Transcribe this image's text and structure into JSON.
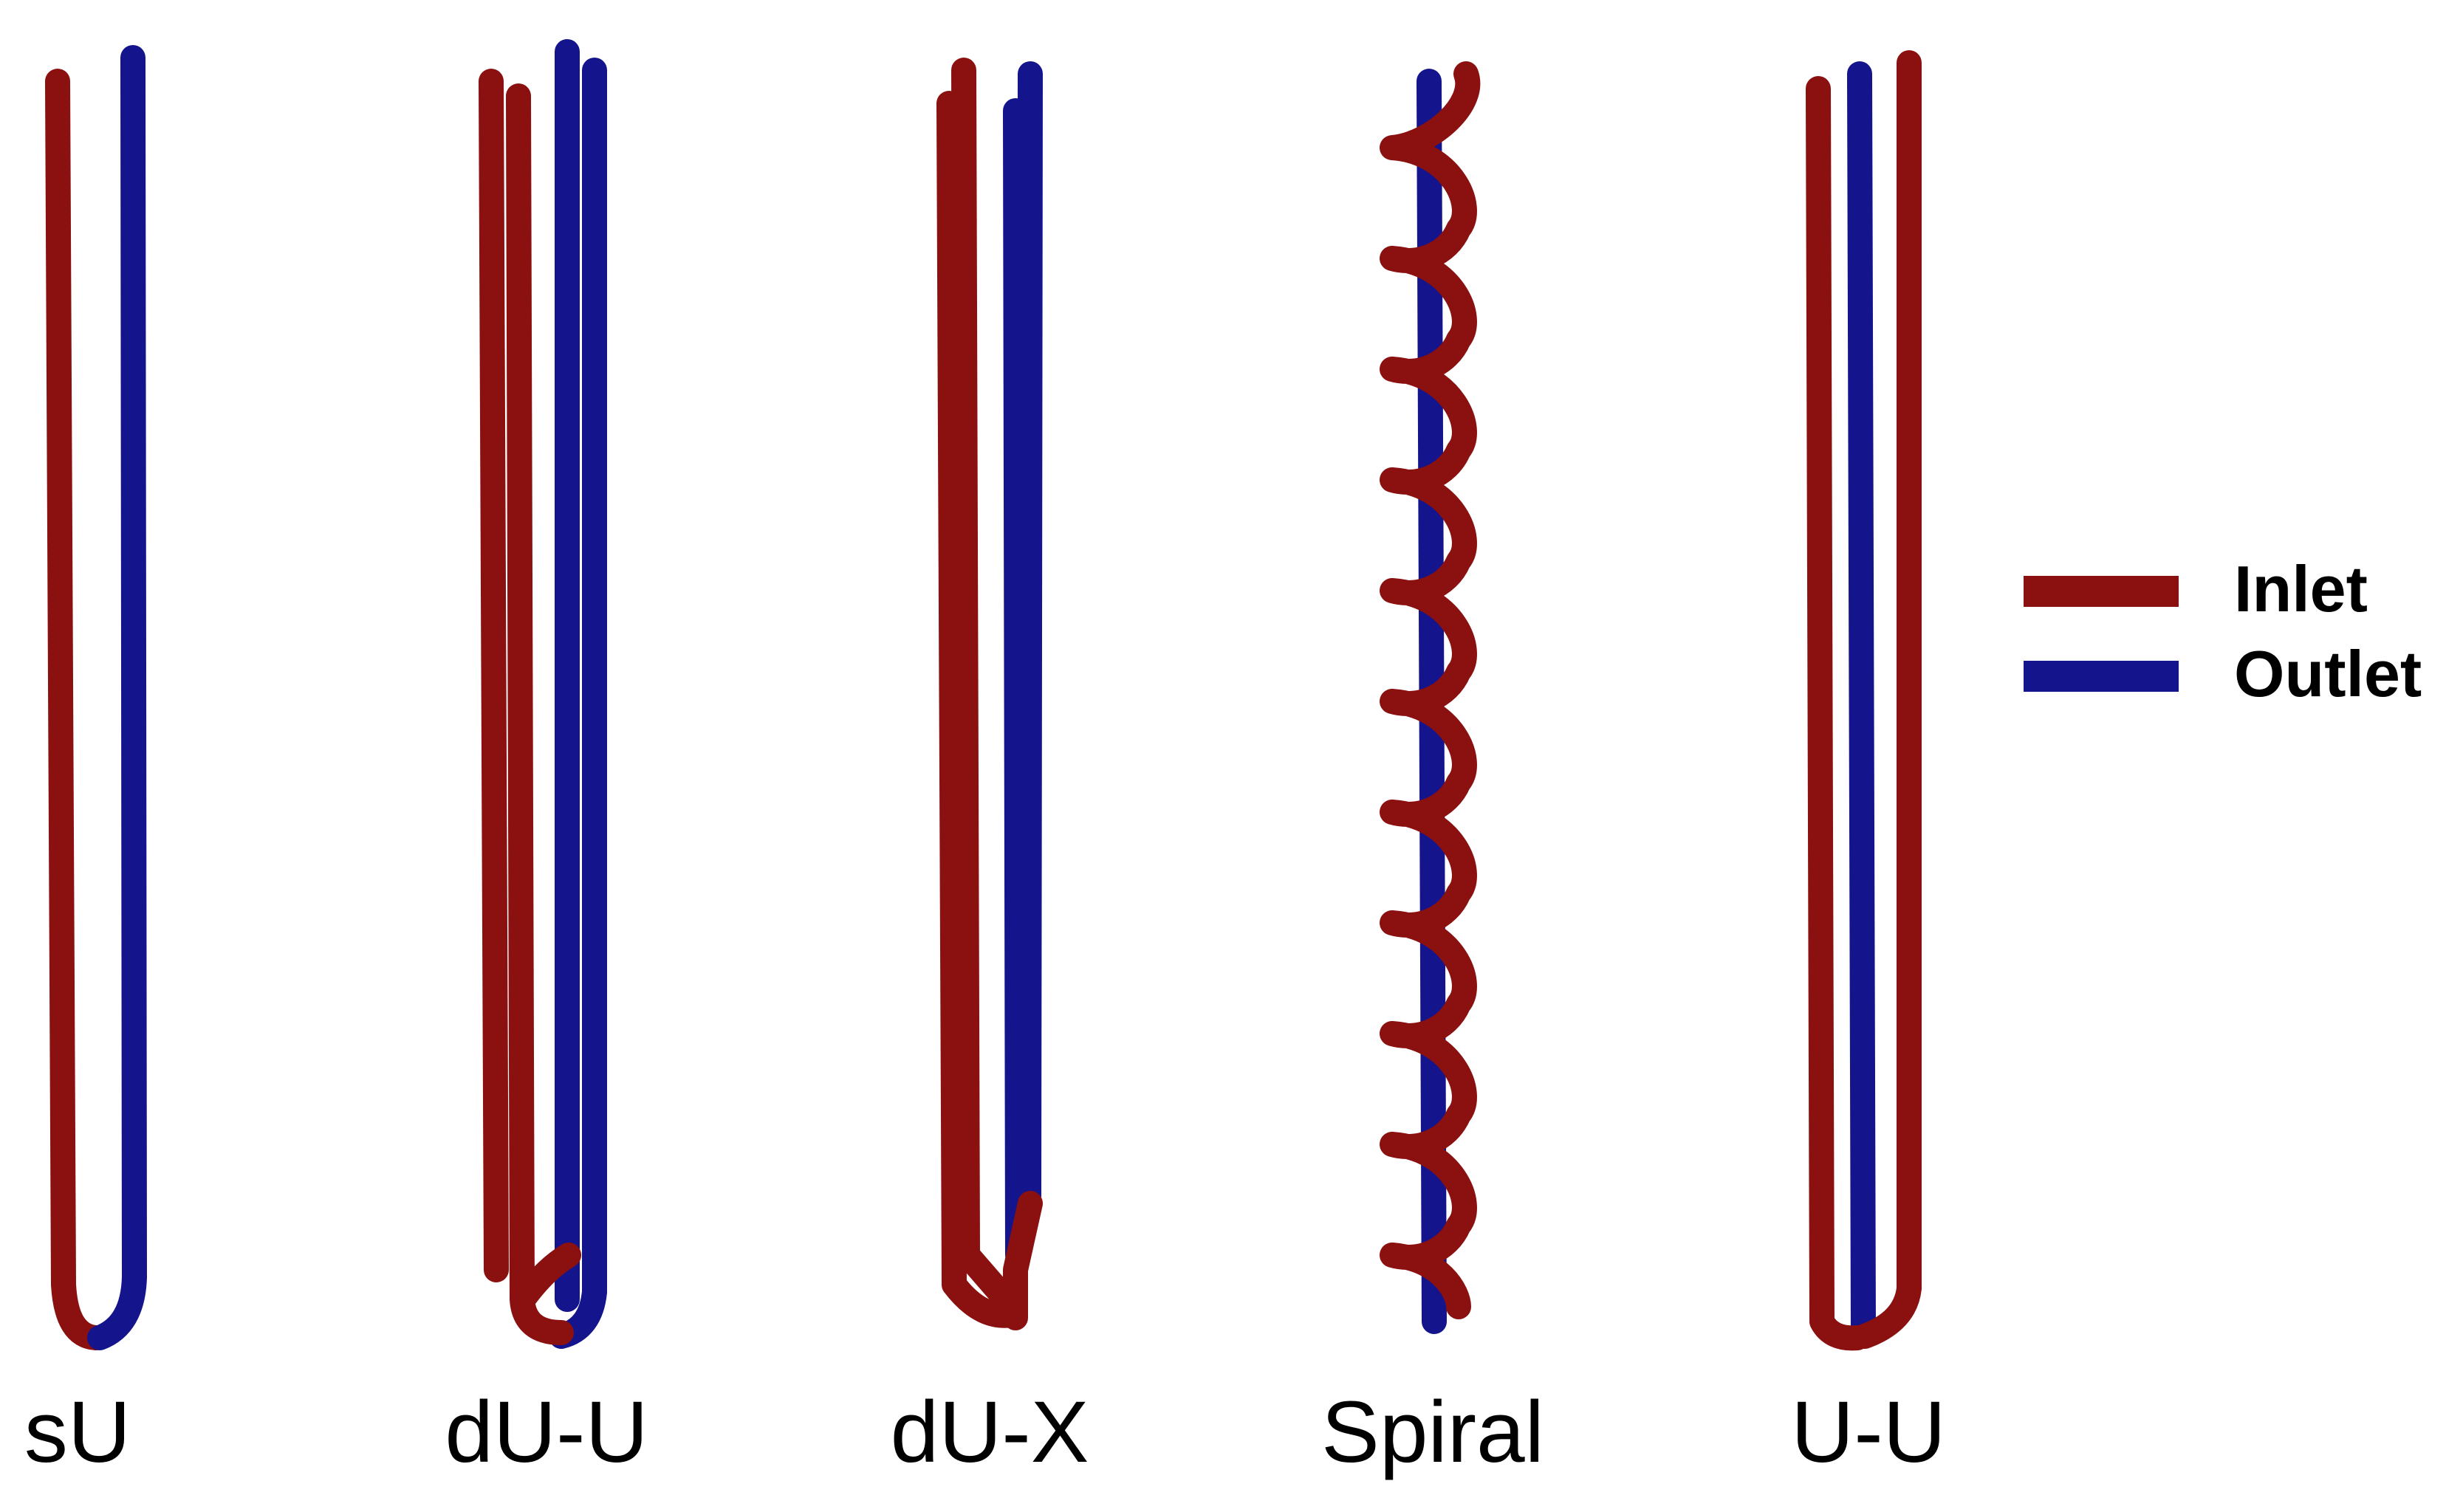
{
  "colors": {
    "inlet": "#8b1010",
    "outlet": "#14148c"
  },
  "configurations": [
    {
      "id": "sU",
      "label": "sU"
    },
    {
      "id": "dU-U",
      "label": "dU-U"
    },
    {
      "id": "dU-X",
      "label": "dU-X"
    },
    {
      "id": "Spiral",
      "label": "Spiral"
    },
    {
      "id": "U-U",
      "label": "U-U"
    }
  ],
  "legend": {
    "inlet_label": "Inlet",
    "outlet_label": "Outlet"
  }
}
